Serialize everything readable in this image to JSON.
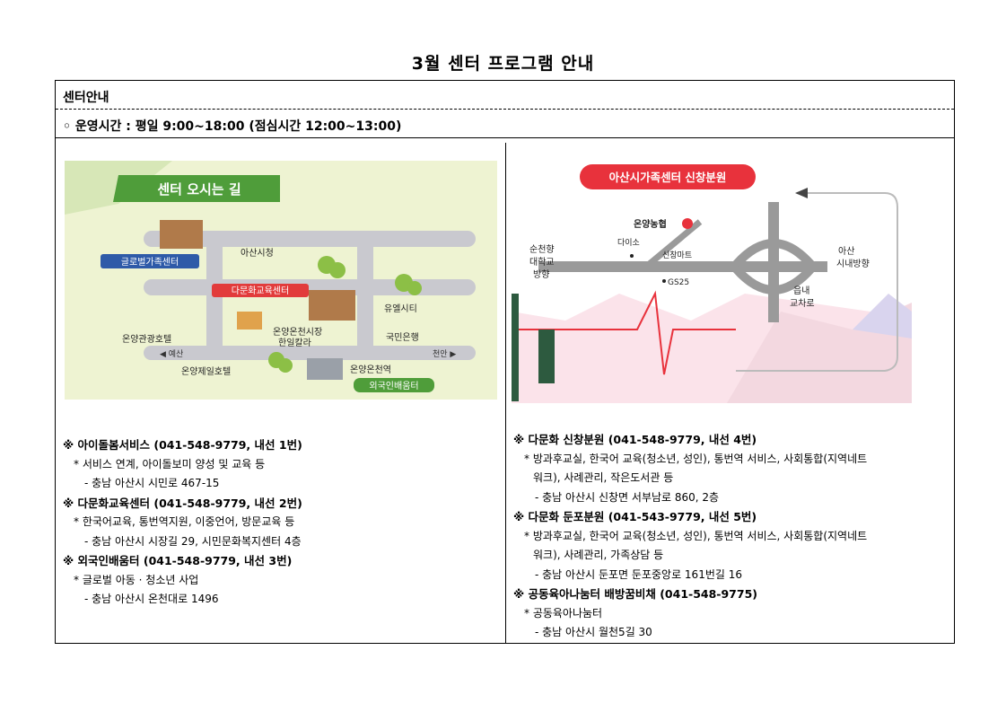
{
  "page_title": "3월 센터 프로그램 안내",
  "section_label": "센터안내",
  "hours": "◦ 운영시간 : 평일 9:00~18:00 (점심시간 12:00~13:00)",
  "left_map": {
    "banner": "센터 오시는 길",
    "labels": {
      "global": "글로벌가족센터",
      "asan_city": "아산시청",
      "multicultural": "다문화교육센터",
      "yuel": "유엘시티",
      "market1": "온양온천시장",
      "market2": "한일칼라",
      "hotel": "온양관광호텔",
      "bank": "국민은행",
      "yesan": "◀ 예산",
      "cheonan": "천안 ▶",
      "jeil": "온양제일호텔",
      "station": "온양온천역",
      "foreign": "외국인배움터"
    }
  },
  "right_map": {
    "banner": "아산시가족센터 신창분원",
    "labels": {
      "nonghyup": "온양농협",
      "daiso": "다이소",
      "mart": "신창마트",
      "gs": "GS25",
      "left1": "순천향",
      "left2": "대학교",
      "left3": "방향",
      "right1": "아산",
      "right2": "시내방향",
      "cross1": "읍내",
      "cross2": "교차로"
    }
  },
  "left_info": [
    {
      "cls": "h",
      "text": "※ 아이돌봄서비스 (041-548-9779, 내선 1번)"
    },
    {
      "cls": "b1",
      "text": "* 서비스 연계, 아이돌보미 양성 및 교육 등"
    },
    {
      "cls": "b2",
      "text": "- 충남 아산시 시민로 467-15"
    },
    {
      "cls": "h",
      "text": "※ 다문화교육센터 (041-548-9779, 내선 2번)"
    },
    {
      "cls": "b1",
      "text": "* 한국어교육, 통번역지원, 이중언어, 방문교육 등"
    },
    {
      "cls": "b2",
      "text": "- 충남 아산시 시장길 29, 시민문화복지센터 4층"
    },
    {
      "cls": "h",
      "text": "※ 외국인배움터 (041-548-9779, 내선 3번)"
    },
    {
      "cls": "b1",
      "text": "* 글로벌 아동 · 청소년 사업"
    },
    {
      "cls": "b2",
      "text": "- 충남 아산시 온천대로 1496"
    }
  ],
  "right_info": [
    {
      "cls": "h",
      "text": "※ 다문화 신창분원 (041-548-9779, 내선 4번)"
    },
    {
      "cls": "b1",
      "text": "* 방과후교실, 한국어 교육(청소년, 성인), 통번역 서비스, 사회통합(지역네트"
    },
    {
      "cls": "cont",
      "text": "워크), 사례관리, 작은도서관 등"
    },
    {
      "cls": "b2",
      "text": "- 충남 아산시 신창면 서부남로 860, 2층"
    },
    {
      "cls": "h",
      "text": "※ 다문화 둔포분원 (041-543-9779, 내선 5번)"
    },
    {
      "cls": "b1",
      "text": "* 방과후교실, 한국어 교육(청소년, 성인), 통번역 서비스, 사회통합(지역네트"
    },
    {
      "cls": "cont",
      "text": "워크), 사례관리, 가족상담 등"
    },
    {
      "cls": "b2",
      "text": "- 충남 아산시 둔포면 둔포중앙로 161번길 16"
    },
    {
      "cls": "h",
      "text": "※ 공동육아나눔터 배방꿈비채 (041-548-9775)"
    },
    {
      "cls": "b1",
      "text": "* 공동육아나눔터"
    },
    {
      "cls": "b2",
      "text": "- 충남 아산시 월천5길 30"
    }
  ],
  "colors": {
    "map_bg": "#eef3d2",
    "banner_green": "#4f9d3a",
    "road": "#c9c9cf",
    "label_red": "#e23b3b",
    "label_blue": "#2e5aa8",
    "route_red": "#e8323c"
  }
}
